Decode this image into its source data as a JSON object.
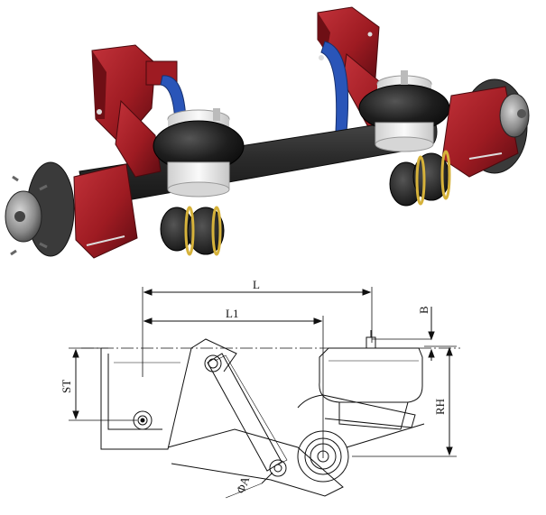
{
  "dimensions": {
    "L": "L",
    "L1": "L1",
    "B": "B",
    "ST": "ST",
    "RH": "RH",
    "phiA": "ΦA"
  },
  "colors": {
    "frame_red": "#9e1b22",
    "frame_red_dark": "#6e0f15",
    "beam_black": "#2b2b2b",
    "airbag_black": "#1e1e1e",
    "piston_white": "#eeeeee",
    "hub_silver": "#9a9a9a",
    "spring_blue": "#2a55b8",
    "ring_yellow": "#d6b23a"
  }
}
